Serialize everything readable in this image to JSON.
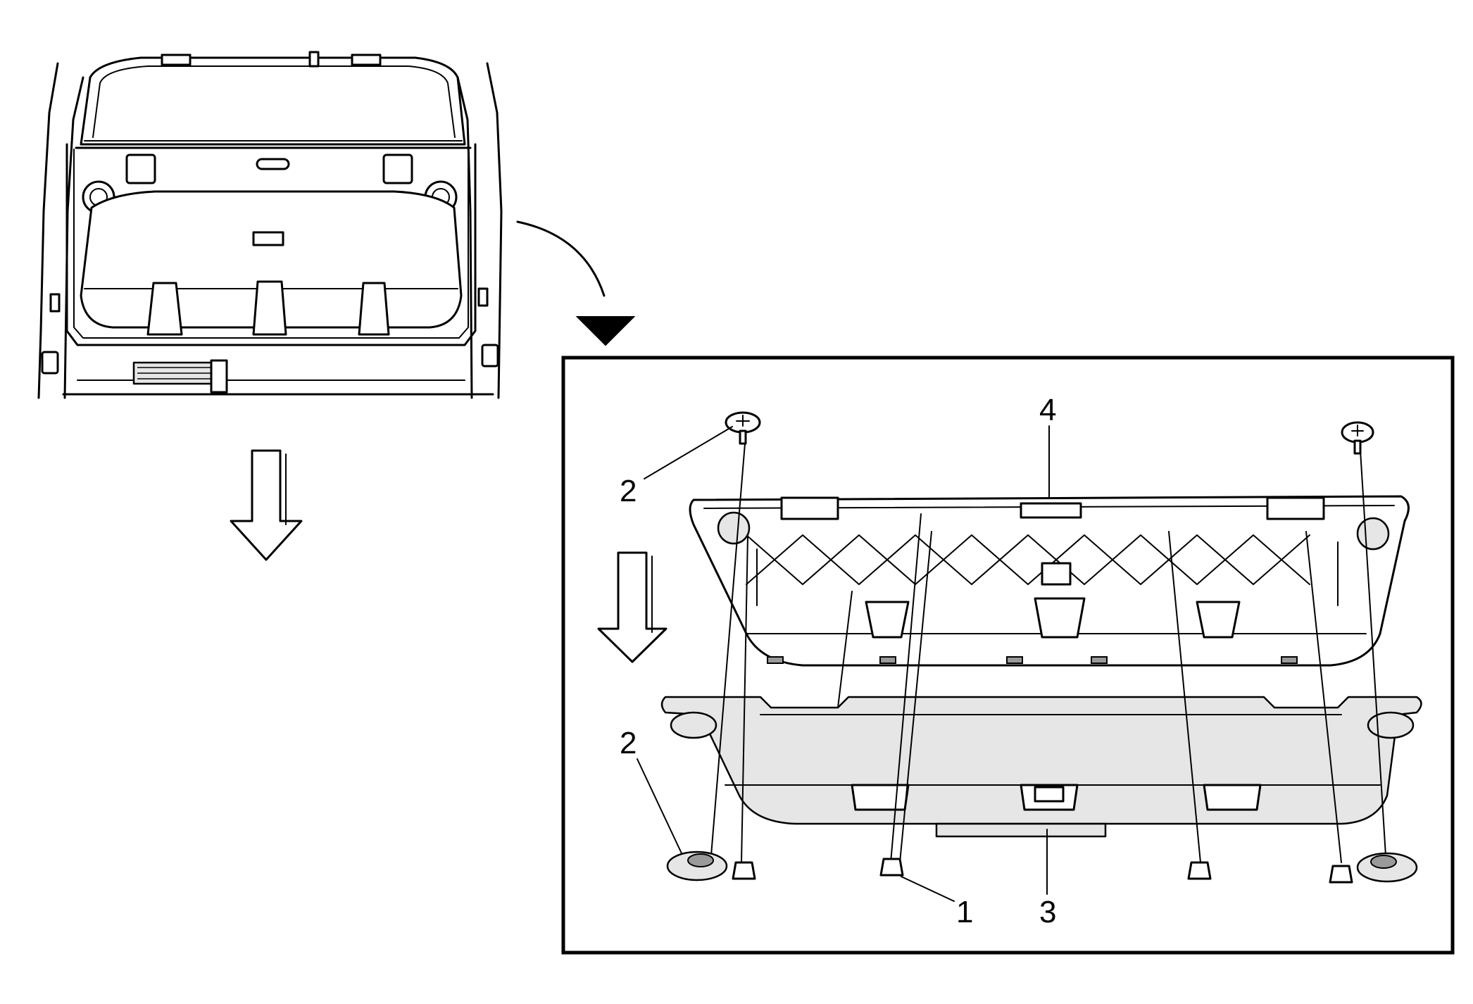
{
  "callouts": {
    "c1": "1",
    "c2a": "2",
    "c2b": "2",
    "c3": "3",
    "c4": "4"
  },
  "colors": {
    "line": "#000000",
    "background": "#ffffff",
    "panel_shade": "#e6e6e6"
  },
  "icons": [
    "down-arrow-icon",
    "curved-arrow-icon"
  ]
}
